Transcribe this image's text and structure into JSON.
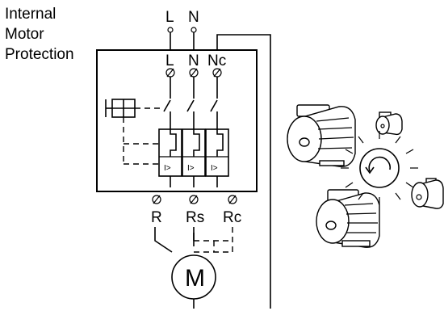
{
  "title": {
    "line1": "Internal",
    "line2": "Motor",
    "line3": "Protection"
  },
  "supply": {
    "l": "L",
    "n": "N"
  },
  "inputs": {
    "l": "L",
    "n": "N",
    "nc": "Nc"
  },
  "outputs": {
    "r": "R",
    "rs": "Rs",
    "rc": "Rc"
  },
  "relay_symbol": "I>",
  "motor_letter": "M"
}
